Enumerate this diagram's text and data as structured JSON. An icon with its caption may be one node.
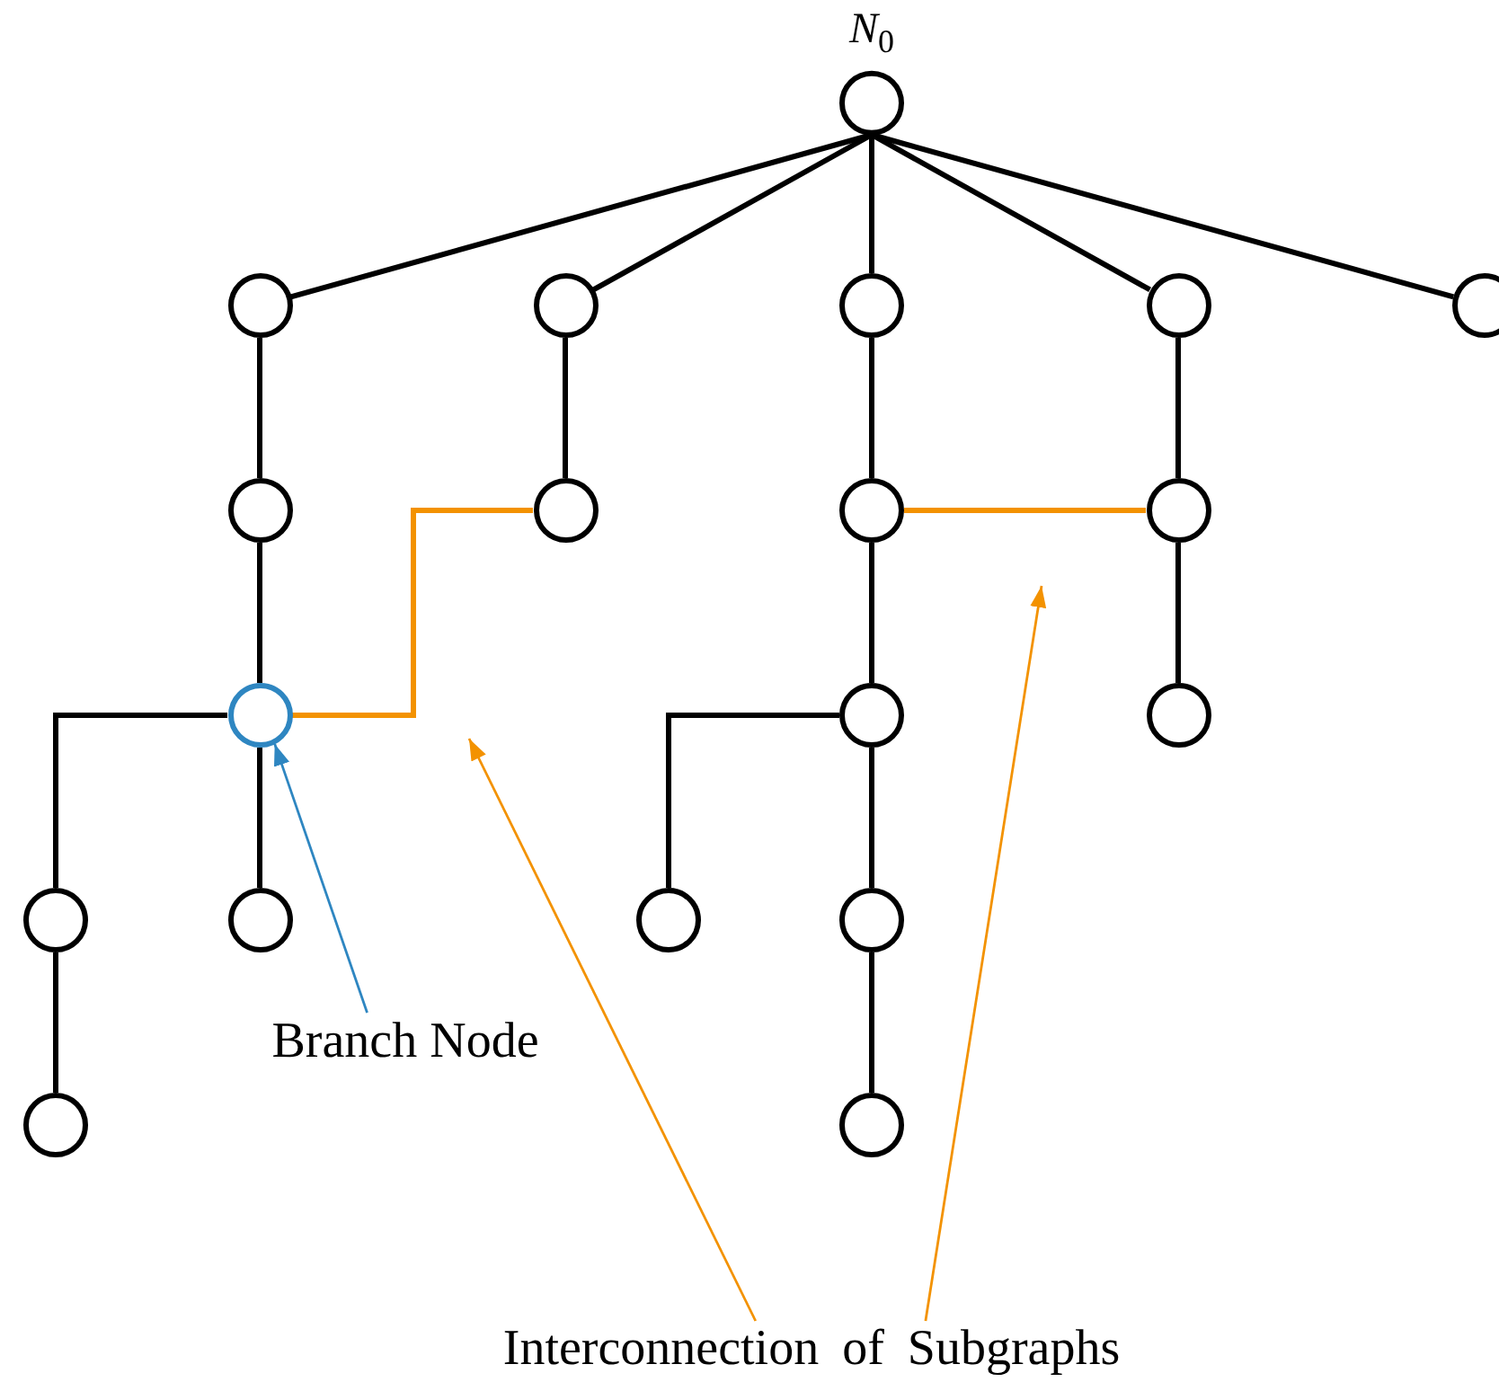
{
  "diagram": {
    "nodes": [
      {
        "text": [
          "*N*$_{0}$"
        ]
      },
      {
        "text": [],
        "shape": "circle"
      },
      {
        "text": [],
        "shape": "circle"
      },
      {
        "text": [],
        "shape": "circle"
      },
      {
        "text": [],
        "shape": "circle"
      },
      {
        "text": [],
        "shape": "circle"
      },
      {
        "text": [],
        "shape": "circle"
      },
      {
        "text": [],
        "shape": "circle"
      },
      {
        "text": [],
        "shape": "circle"
      },
      {
        "text": [],
        "shape": "circle"
      },
      {
        "text": [],
        "shape": "circle"
      },
      {
        "text": [],
        "shape": "circle"
      },
      {
        "text": [],
        "shape": "circle"
      },
      {
        "text": [],
        "shape": "circle"
      },
      {
        "text": [],
        "shape": "circle"
      },
      {
        "text": [],
        "shape": "circle"
      },
      {
        "text": [],
        "shape": "circle"
      },
      {
        "text": [
          "Branch Node"
        ]
      },
      {
        "text": [],
        "shape": "circle"
      },
      {
        "text": [],
        "shape": "circle"
      },
      {
        "text": [
          "Interconnection of Subgraphs"
        ]
      }
    ],
    "edges": [
      {
        "from": 0,
        "to": 1,
        "arrow": "none"
      },
      {
        "from": 0,
        "to": 2,
        "arrow": "none"
      },
      {
        "from": 0,
        "to": 3,
        "arrow": "none"
      },
      {
        "from": 0,
        "to": 4,
        "arrow": "none"
      },
      {
        "from": 0,
        "to": 5,
        "arrow": "none"
      },
      {
        "from": 1,
        "to": 6,
        "arrow": "none"
      },
      {
        "from": 2,
        "to": 7,
        "arrow": "none"
      },
      {
        "from": 3,
        "to": 8,
        "arrow": "none"
      },
      {
        "from": 4,
        "to": 9,
        "arrow": "none"
      },
      {
        "from": 6,
        "to": 10,
        "arrow": "none"
      },
      {
        "from": 7,
        "to": 10,
        "arrow": "none",
        "color": "#f39200"
      },
      {
        "from": 8,
        "to": 9,
        "arrow": "none",
        "color": "#f39200"
      },
      {
        "from": 8,
        "to": 11,
        "arrow": "none"
      },
      {
        "from": 9,
        "to": 12,
        "arrow": "none"
      },
      {
        "from": 10,
        "to": 13,
        "arrow": "none"
      },
      {
        "from": 10,
        "to": 14,
        "arrow": "none"
      },
      {
        "from": 11,
        "to": 15,
        "arrow": "none"
      },
      {
        "from": 11,
        "to": 16,
        "arrow": "none"
      },
      {
        "from": 13,
        "to": 18,
        "arrow": "none"
      },
      {
        "from": 16,
        "to": 19,
        "arrow": "none"
      },
      {
        "from": 17,
        "to": 10,
        "arrow": "to",
        "color": "#2e86c1"
      },
      {
        "from": 20,
        "to": null,
        "arrow": "to",
        "color": "#f39200"
      },
      {
        "from": 20,
        "to": null,
        "arrow": "to",
        "color": "#f39200"
      }
    ]
  }
}
